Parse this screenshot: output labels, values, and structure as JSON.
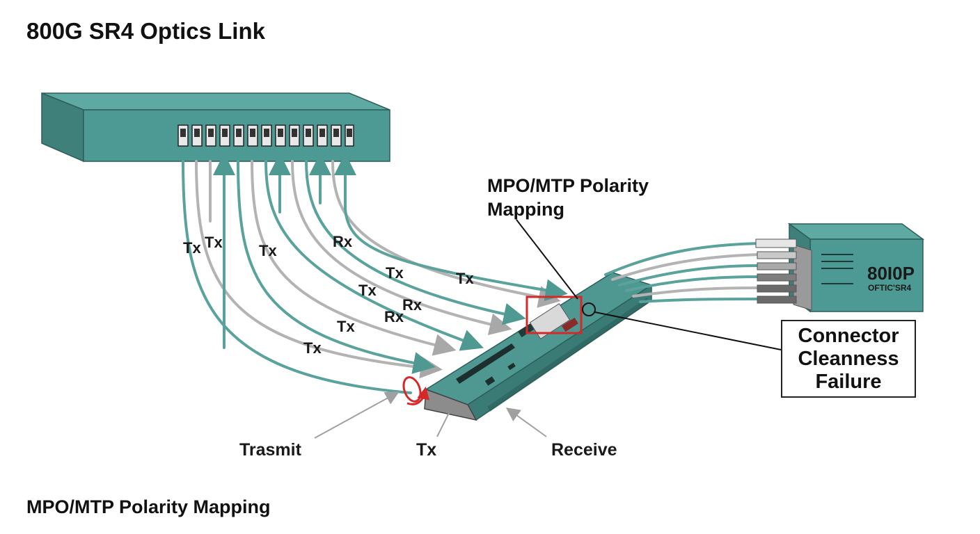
{
  "title": "800G SR4 Optics Link",
  "caption": "MPO/MTP Polarity Mapping",
  "mpo_label": {
    "line1": "MPO/MTP Polarity",
    "line2": "Mapping"
  },
  "callout": {
    "line1": "Connector",
    "line2": "Cleanness",
    "line3": "Failure"
  },
  "device": {
    "line1": "80I0P",
    "line2": "OFTIC'SR4"
  },
  "fiber_labels": [
    "Tx",
    "Tx",
    "Tx",
    "Rx",
    "Tx",
    "Tx",
    "Tx",
    "Rx",
    "Rx",
    "Tx",
    "Tx"
  ],
  "bottom_labels": {
    "transmit": "Trasmit",
    "tx": "Tx",
    "receive": "Receive"
  },
  "colors": {
    "teal": "#4a9a94",
    "teal_dark": "#2f6f6b",
    "fiber_teal": "#5aa39d",
    "fiber_gray": "#b3b3b3",
    "alert_red": "#d62828"
  }
}
